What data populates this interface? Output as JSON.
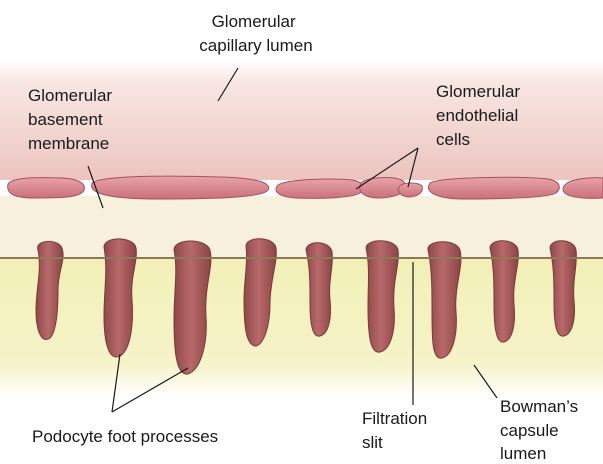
{
  "labels": {
    "capillary_lumen": [
      "Glomerular",
      "capillary lumen"
    ],
    "basement_membrane": [
      "Glomerular",
      "basement",
      "membrane"
    ],
    "endothelial_cells": [
      "Glomerular",
      "endothelial",
      "cells"
    ],
    "podocyte": [
      "Podocyte foot processes"
    ],
    "filtration_slit": [
      "Filtration",
      "slit"
    ],
    "bowmans_capsule": [
      "Bowman’s",
      "capsule",
      "lumen"
    ]
  },
  "colors": {
    "capillary_lumen": "#f1d3cf",
    "basement_membrane": "#f7f0dc",
    "bowman_space": "#f2f0b6",
    "endothelial_cell": "#d9818a",
    "podocyte": "#a4585a",
    "slit_line": "#8a7a55",
    "leader_line": "#1a1a1a"
  }
}
